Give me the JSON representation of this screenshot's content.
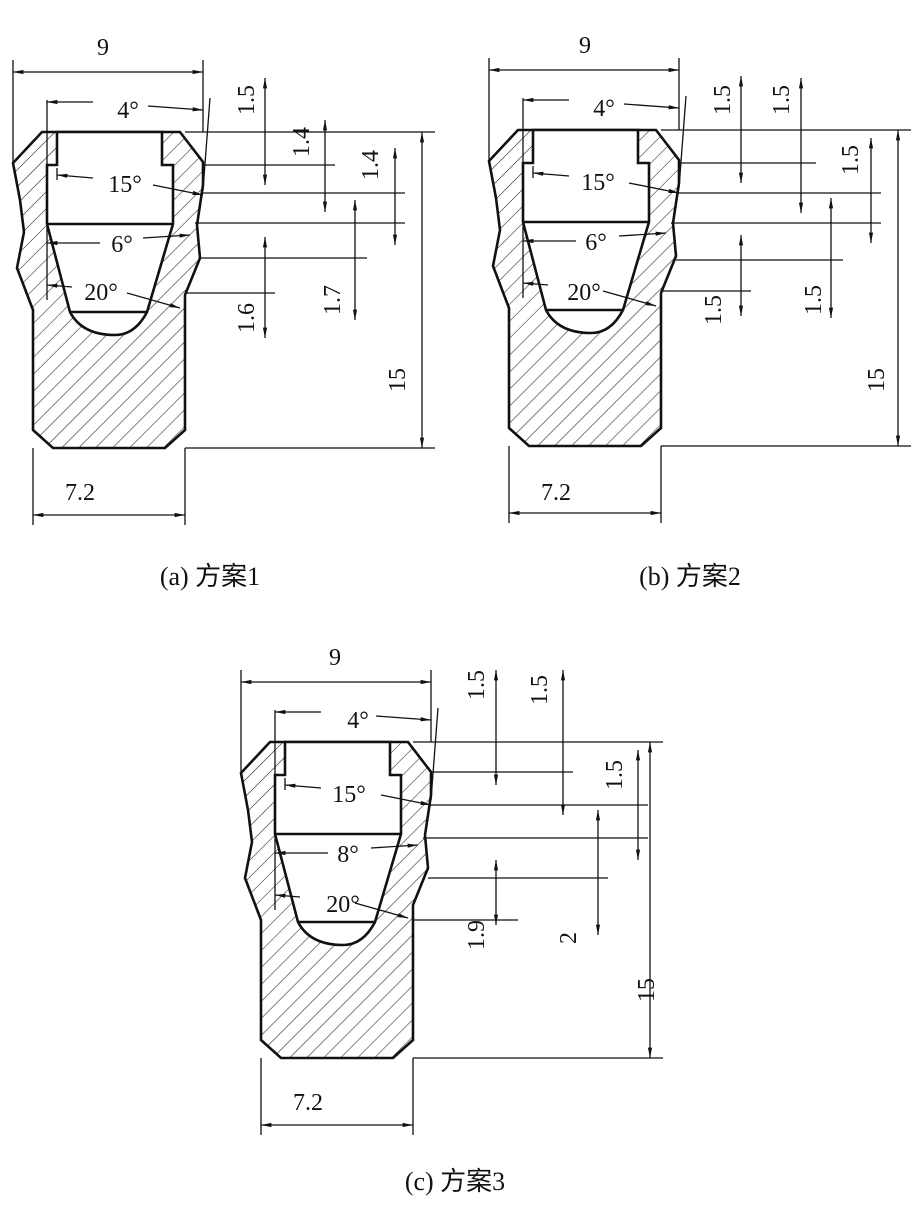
{
  "panels": [
    {
      "caption": "(a) 方案1",
      "width_top": "9",
      "width_bottom": "7.2",
      "height_total": "15",
      "angles": [
        "4°",
        "15°",
        "6°",
        "20°"
      ],
      "depths": [
        "1.5",
        "1.4",
        "1.4",
        "1.6",
        "1.7"
      ]
    },
    {
      "caption": "(b) 方案2",
      "width_top": "9",
      "width_bottom": "7.2",
      "height_total": "15",
      "angles": [
        "4°",
        "15°",
        "6°",
        "20°"
      ],
      "depths": [
        "1.5",
        "1.5",
        "1.5",
        "1.5",
        "1.5"
      ]
    },
    {
      "caption": "(c) 方案3",
      "width_top": "9",
      "width_bottom": "7.2",
      "height_total": "15",
      "angles": [
        "4°",
        "15°",
        "8°",
        "20°"
      ],
      "depths": [
        "1.5",
        "1.5",
        "1.5",
        "1.9",
        "2"
      ]
    }
  ]
}
